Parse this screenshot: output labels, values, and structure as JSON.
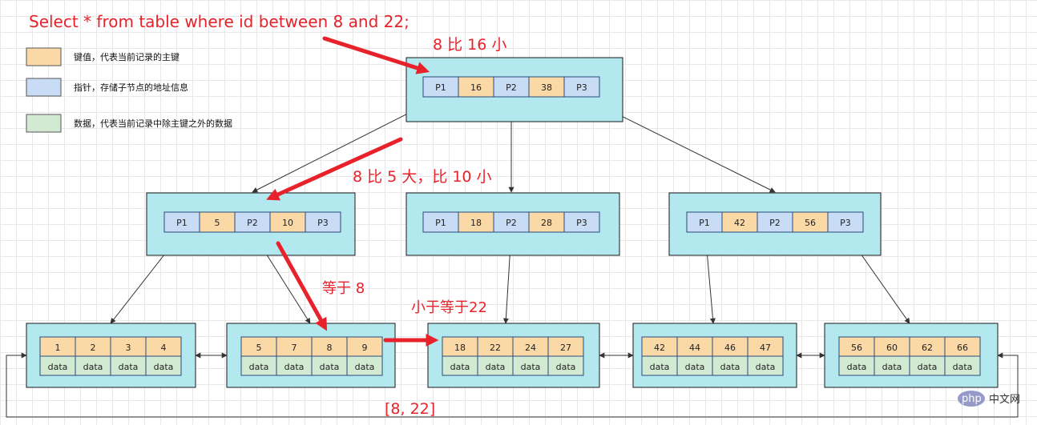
{
  "title_query": "Select * from table where id between 8 and 22;",
  "annotations": {
    "compare_root": "8 比 16 小",
    "compare_level2": "8 比 5 大，比 10 小",
    "equal": "等于 8",
    "le": "小于等于22",
    "range": "[8, 22]"
  },
  "legend": [
    {
      "label": "键值，代表当前记录的主键",
      "color": "#fbd9a6"
    },
    {
      "label": "指针，存储子节点的地址信息",
      "color": "#c8dcf6"
    },
    {
      "label": "数据，代表当前记录中除主键之外的数据",
      "color": "#d2ead2"
    }
  ],
  "root": {
    "cells": [
      "P1",
      "16",
      "P2",
      "38",
      "P3"
    ]
  },
  "internal": [
    {
      "cells": [
        "P1",
        "5",
        "P2",
        "10",
        "P3"
      ]
    },
    {
      "cells": [
        "P1",
        "18",
        "P2",
        "28",
        "P3"
      ]
    },
    {
      "cells": [
        "P1",
        "42",
        "P2",
        "56",
        "P3"
      ]
    }
  ],
  "leaves": [
    {
      "keys": [
        "1",
        "2",
        "3",
        "4"
      ],
      "data": [
        "data",
        "data",
        "data",
        "data"
      ]
    },
    {
      "keys": [
        "5",
        "7",
        "8",
        "9"
      ],
      "data": [
        "data",
        "data",
        "data",
        "data"
      ]
    },
    {
      "keys": [
        "18",
        "22",
        "24",
        "27"
      ],
      "data": [
        "data",
        "data",
        "data",
        "data"
      ]
    },
    {
      "keys": [
        "42",
        "44",
        "46",
        "47"
      ],
      "data": [
        "data",
        "data",
        "data",
        "data"
      ]
    },
    {
      "keys": [
        "56",
        "60",
        "62",
        "66"
      ],
      "data": [
        "data",
        "data",
        "data",
        "data"
      ]
    }
  ],
  "watermark": {
    "logo": "php",
    "text": "中文网"
  },
  "colors": {
    "node": "#b2e8ee",
    "key": "#fbd9a6",
    "pointer": "#c8dcf6",
    "data": "#d2ead2",
    "annotation": "#e8222a"
  }
}
